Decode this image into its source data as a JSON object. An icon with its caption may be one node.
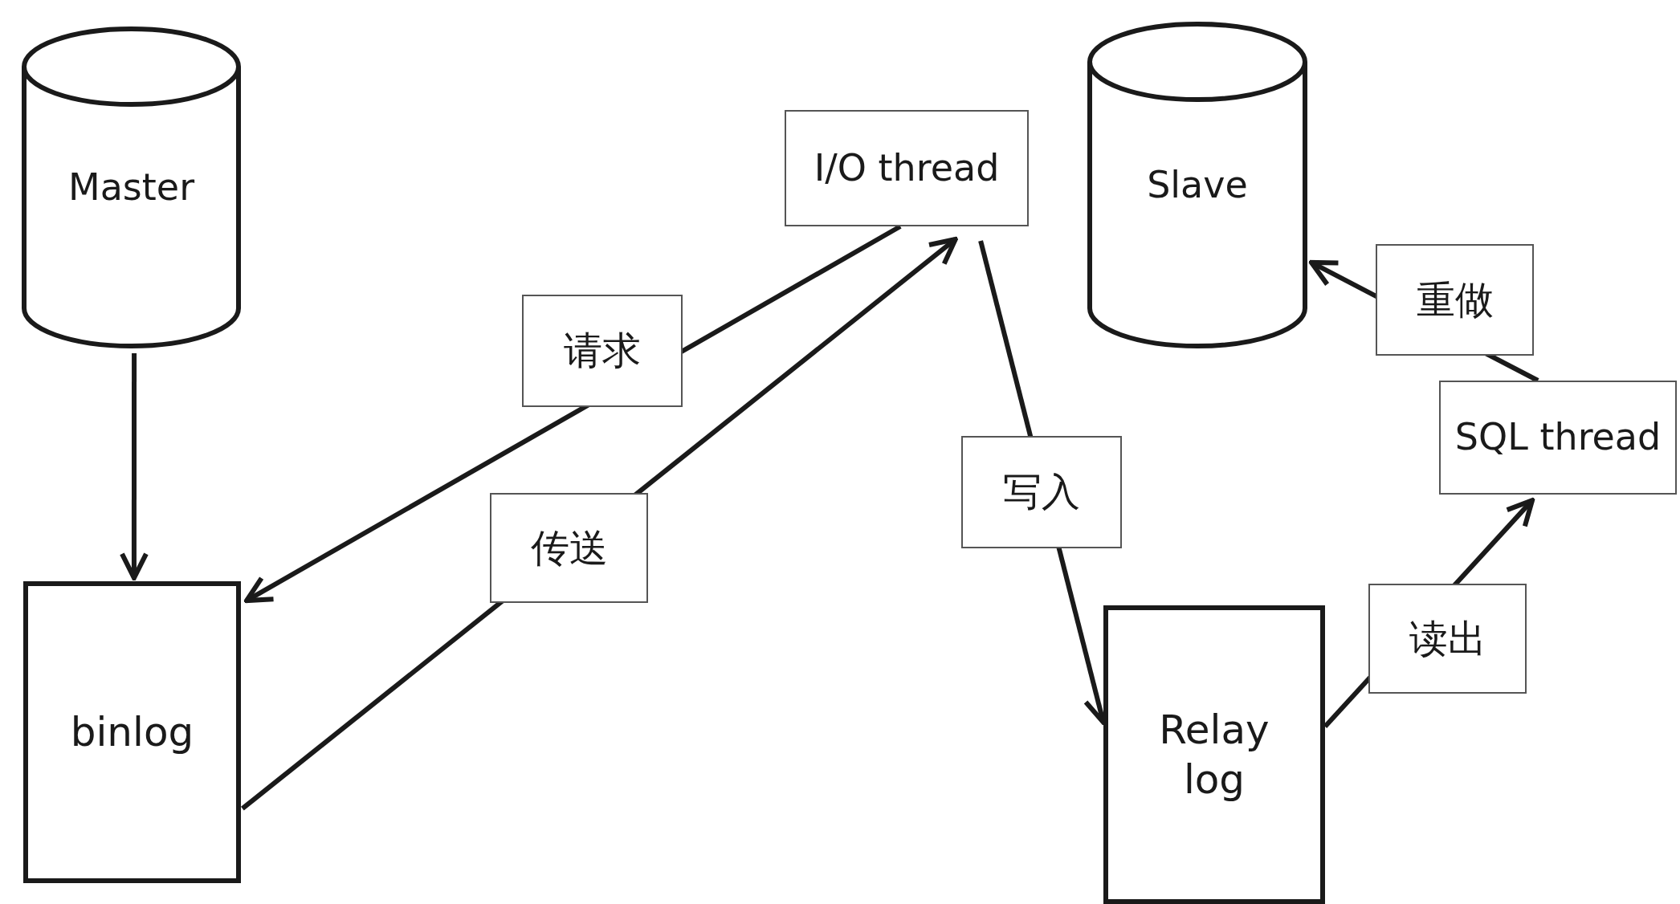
{
  "diagram": {
    "nodes": [
      {
        "text": [
          "Master"
        ]
      },
      {
        "text": [
          "binlog"
        ]
      },
      {
        "text": [
          "I/O thread"
        ]
      },
      {
        "text": [
          "Slave"
        ]
      },
      {
        "text": [
          "SQL thread"
        ]
      },
      {
        "text": [
          "Relay log"
        ]
      }
    ],
    "edges": [
      {
        "from": 0,
        "to": 1,
        "arrow": "to"
      },
      {
        "from": 2,
        "to": 1,
        "arrow": "to",
        "label": "请求"
      },
      {
        "from": 1,
        "to": 2,
        "arrow": "to",
        "label": "传送"
      },
      {
        "from": 2,
        "to": 5,
        "arrow": "to",
        "label": "写入"
      },
      {
        "from": 5,
        "to": 4,
        "arrow": "to",
        "label": "读出"
      },
      {
        "from": 4,
        "to": 3,
        "arrow": "to",
        "label": "重做"
      }
    ]
  }
}
